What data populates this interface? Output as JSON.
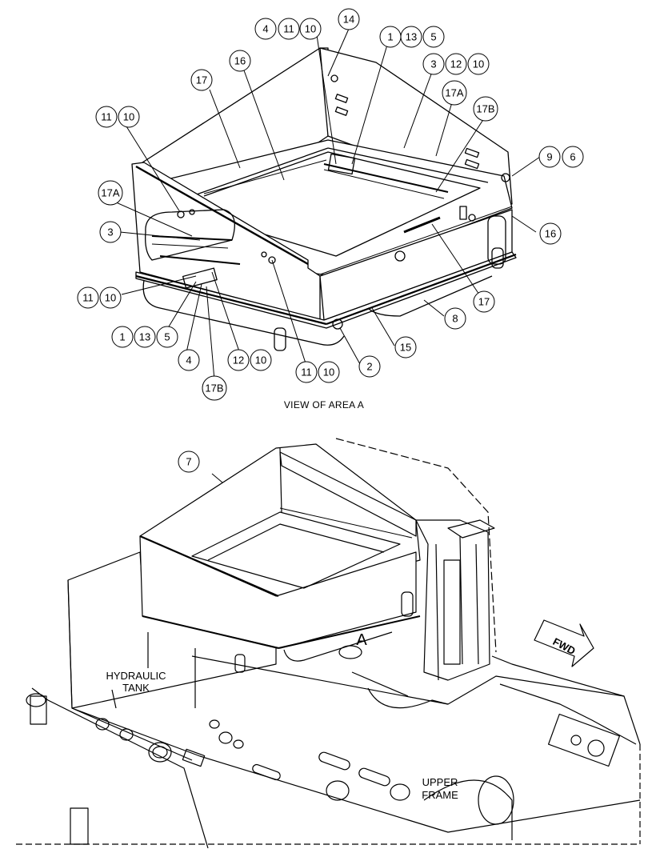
{
  "view_caption": "VIEW OF AREA A",
  "area_marker": "A",
  "fwd_label": "FWD",
  "hydraulic_tank_label": [
    "HYDRAULIC",
    "TANK"
  ],
  "upper_frame_label": [
    "UPPER",
    "FRAME"
  ],
  "callouts": [
    {
      "id": "c14-top",
      "label": "14"
    },
    {
      "id": "c4-top",
      "label": "4"
    },
    {
      "id": "c11-top",
      "label": "11"
    },
    {
      "id": "c10-top",
      "label": "10"
    },
    {
      "id": "c1-top",
      "label": "1"
    },
    {
      "id": "c13-top",
      "label": "13"
    },
    {
      "id": "c5-top",
      "label": "5"
    },
    {
      "id": "c16-top",
      "label": "16"
    },
    {
      "id": "c3-top",
      "label": "3"
    },
    {
      "id": "c12-top",
      "label": "12"
    },
    {
      "id": "c10-topr",
      "label": "10"
    },
    {
      "id": "c17-top",
      "label": "17"
    },
    {
      "id": "c17A-top",
      "label": "17A"
    },
    {
      "id": "c17B-top",
      "label": "17B"
    },
    {
      "id": "c11-left",
      "label": "11"
    },
    {
      "id": "c10-left",
      "label": "10"
    },
    {
      "id": "c9-right",
      "label": "9"
    },
    {
      "id": "c6-right",
      "label": "6"
    },
    {
      "id": "c17A-left",
      "label": "17A"
    },
    {
      "id": "c3-left",
      "label": "3"
    },
    {
      "id": "c16-right",
      "label": "16"
    },
    {
      "id": "c11-lowleft",
      "label": "11"
    },
    {
      "id": "c10-lowleft",
      "label": "10"
    },
    {
      "id": "c17-right",
      "label": "17"
    },
    {
      "id": "c8-right",
      "label": "8"
    },
    {
      "id": "c1-bottom",
      "label": "1"
    },
    {
      "id": "c13-bottom",
      "label": "13"
    },
    {
      "id": "c5-bottom",
      "label": "5"
    },
    {
      "id": "c15-bottom",
      "label": "15"
    },
    {
      "id": "c4-bottom",
      "label": "4"
    },
    {
      "id": "c12-bottom",
      "label": "12"
    },
    {
      "id": "c10-bottom",
      "label": "10"
    },
    {
      "id": "c11-bottomr",
      "label": "11"
    },
    {
      "id": "c10-bottomr",
      "label": "10"
    },
    {
      "id": "c2-bottom",
      "label": "2"
    },
    {
      "id": "c17B-bottom",
      "label": "17B"
    },
    {
      "id": "c7-main",
      "label": "7"
    }
  ]
}
